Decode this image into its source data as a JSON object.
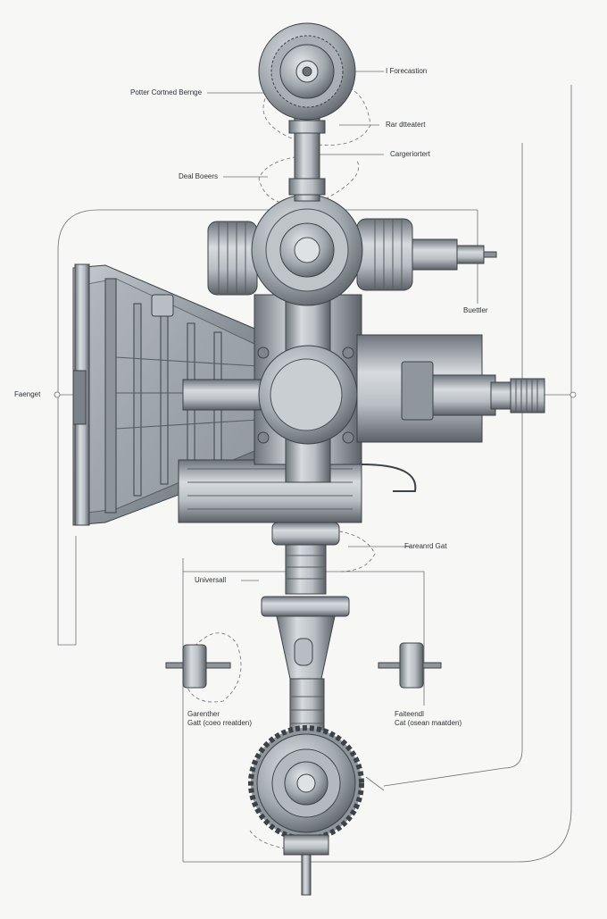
{
  "colors": {
    "paper": "#f7f7f5",
    "ink": "#2e3338",
    "metal_dark": "#5e656c",
    "metal_mid": "#9aa1a8",
    "metal_light": "#d5d9dd",
    "leader": "#6b7075"
  },
  "labels": {
    "top_right_1": "I Forecastion",
    "top_left_1": "Potter Cortned Bernge",
    "right_2": "Rar dtteatert",
    "right_3": "Cargeriortert",
    "left_2": "Deal Boeers",
    "right_4": "Buettler",
    "left_3": "Faenget",
    "right_5": "Fareanrd Gat",
    "left_4": "Universall",
    "bottom_left": "Garenther\nGatt (coeo rreatden)",
    "bottom_right": "Faiteendl\nCat (osean maatden)"
  }
}
